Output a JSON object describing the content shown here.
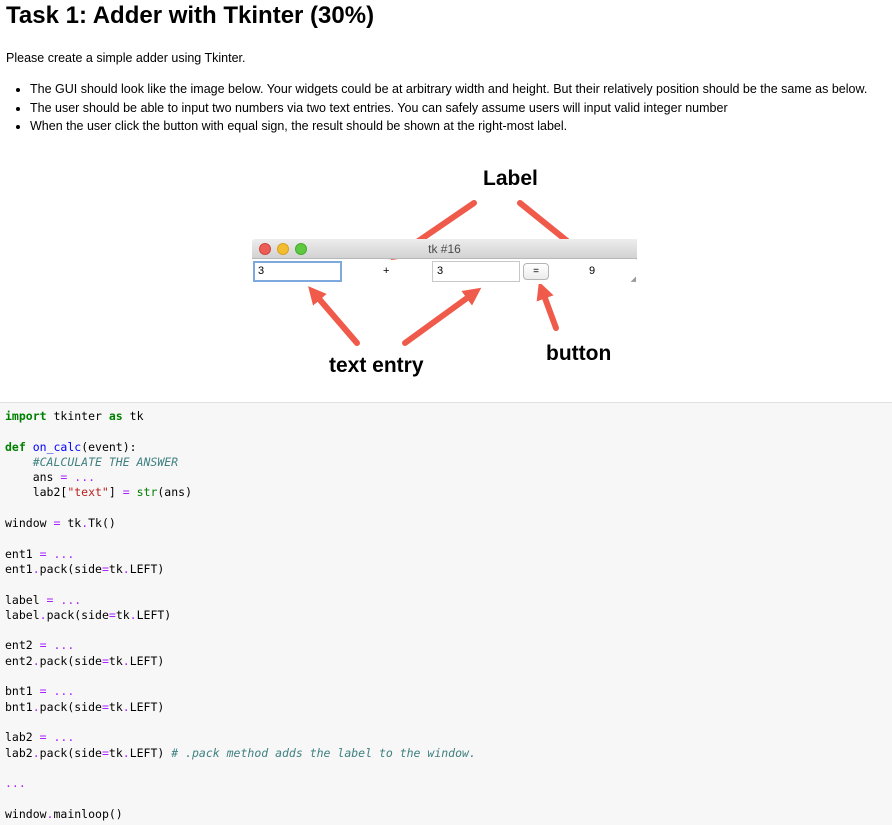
{
  "title": "Task 1: Adder with Tkinter (30%)",
  "intro": "Please create a simple adder using Tkinter.",
  "bullets": [
    "The GUI should look like the image below. Your widgets could be at arbitrary width and height. But their relatively position should be the same as below.",
    "The user should be able to input two numbers via two text entries. You can safely assume users will input valid integer number",
    "When the user click the button with equal sign, the result should be shown at the right-most label."
  ],
  "figure": {
    "callouts": {
      "label": "Label",
      "text_entry": "text entry",
      "button": "button"
    },
    "arrow_color": "#f05a4a",
    "window": {
      "title": "tk #16",
      "entry1_value": "3",
      "plus_label": "+",
      "entry2_value": "3",
      "button_label": "=",
      "result_label": "9"
    }
  },
  "code": {
    "lines": [
      [
        {
          "t": "import",
          "c": "kw"
        },
        {
          "t": " tkinter "
        },
        {
          "t": "as",
          "c": "kw"
        },
        {
          "t": " tk"
        }
      ],
      [],
      [
        {
          "t": "def",
          "c": "kw"
        },
        {
          "t": " "
        },
        {
          "t": "on_calc",
          "c": "fn"
        },
        {
          "t": "(event):"
        }
      ],
      [
        {
          "t": "    "
        },
        {
          "t": "#CALCULATE THE ANSWER",
          "c": "cm"
        }
      ],
      [
        {
          "t": "    ans "
        },
        {
          "t": "=",
          "c": "op"
        },
        {
          "t": " "
        },
        {
          "t": "...",
          "c": "op"
        }
      ],
      [
        {
          "t": "    lab2["
        },
        {
          "t": "\"text\"",
          "c": "st"
        },
        {
          "t": "] "
        },
        {
          "t": "=",
          "c": "op"
        },
        {
          "t": " "
        },
        {
          "t": "str",
          "c": "bi"
        },
        {
          "t": "(ans)"
        }
      ],
      [],
      [
        {
          "t": "window "
        },
        {
          "t": "=",
          "c": "op"
        },
        {
          "t": " tk"
        },
        {
          "t": ".",
          "c": "op"
        },
        {
          "t": "Tk()"
        }
      ],
      [],
      [
        {
          "t": "ent1 "
        },
        {
          "t": "=",
          "c": "op"
        },
        {
          "t": " "
        },
        {
          "t": "...",
          "c": "op"
        }
      ],
      [
        {
          "t": "ent1"
        },
        {
          "t": ".",
          "c": "op"
        },
        {
          "t": "pack(side"
        },
        {
          "t": "=",
          "c": "op"
        },
        {
          "t": "tk"
        },
        {
          "t": ".",
          "c": "op"
        },
        {
          "t": "LEFT)"
        }
      ],
      [],
      [
        {
          "t": "label "
        },
        {
          "t": "=",
          "c": "op"
        },
        {
          "t": " "
        },
        {
          "t": "...",
          "c": "op"
        }
      ],
      [
        {
          "t": "label"
        },
        {
          "t": ".",
          "c": "op"
        },
        {
          "t": "pack(side"
        },
        {
          "t": "=",
          "c": "op"
        },
        {
          "t": "tk"
        },
        {
          "t": ".",
          "c": "op"
        },
        {
          "t": "LEFT)"
        }
      ],
      [],
      [
        {
          "t": "ent2 "
        },
        {
          "t": "=",
          "c": "op"
        },
        {
          "t": " "
        },
        {
          "t": "...",
          "c": "op"
        }
      ],
      [
        {
          "t": "ent2"
        },
        {
          "t": ".",
          "c": "op"
        },
        {
          "t": "pack(side"
        },
        {
          "t": "=",
          "c": "op"
        },
        {
          "t": "tk"
        },
        {
          "t": ".",
          "c": "op"
        },
        {
          "t": "LEFT)"
        }
      ],
      [],
      [
        {
          "t": "bnt1 "
        },
        {
          "t": "=",
          "c": "op"
        },
        {
          "t": " "
        },
        {
          "t": "...",
          "c": "op"
        }
      ],
      [
        {
          "t": "bnt1"
        },
        {
          "t": ".",
          "c": "op"
        },
        {
          "t": "pack(side"
        },
        {
          "t": "=",
          "c": "op"
        },
        {
          "t": "tk"
        },
        {
          "t": ".",
          "c": "op"
        },
        {
          "t": "LEFT)"
        }
      ],
      [],
      [
        {
          "t": "lab2 "
        },
        {
          "t": "=",
          "c": "op"
        },
        {
          "t": " "
        },
        {
          "t": "...",
          "c": "op"
        }
      ],
      [
        {
          "t": "lab2"
        },
        {
          "t": ".",
          "c": "op"
        },
        {
          "t": "pack(side"
        },
        {
          "t": "=",
          "c": "op"
        },
        {
          "t": "tk"
        },
        {
          "t": ".",
          "c": "op"
        },
        {
          "t": "LEFT) "
        },
        {
          "t": "# .pack method adds the label to the window.",
          "c": "cm"
        }
      ],
      [],
      [
        {
          "t": "...",
          "c": "op"
        }
      ],
      [],
      [
        {
          "t": "window"
        },
        {
          "t": ".",
          "c": "op"
        },
        {
          "t": "mainloop()"
        }
      ]
    ]
  }
}
